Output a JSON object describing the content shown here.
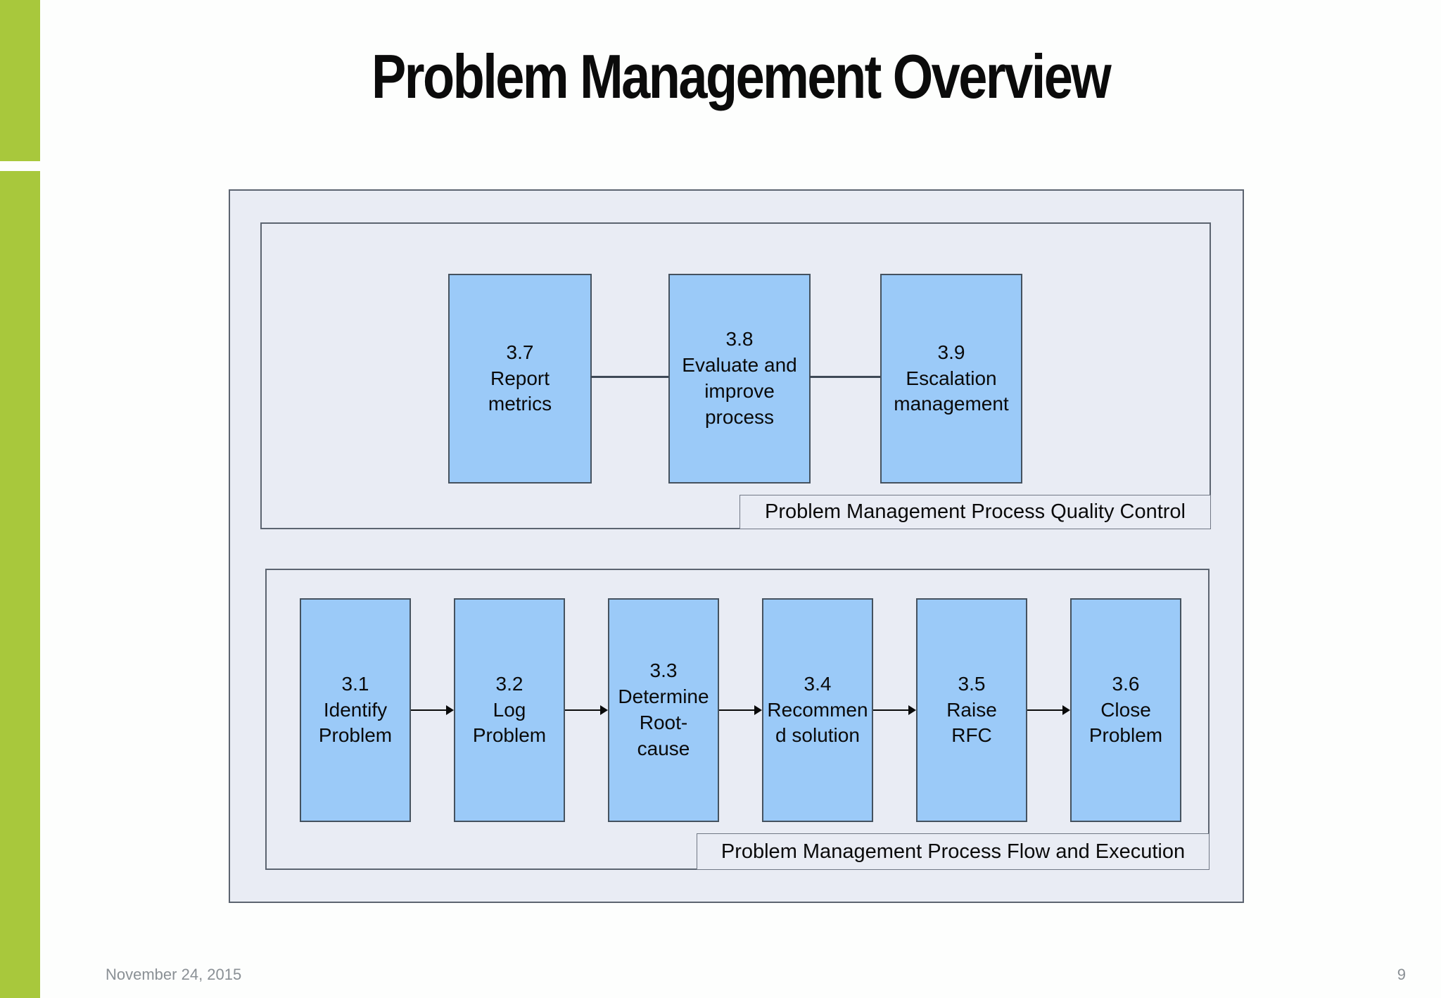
{
  "slide": {
    "title": "Problem Management Overview",
    "footer": {
      "date": "November 24, 2015",
      "page_number": "9"
    }
  },
  "colors": {
    "accent_green": "#a8c83c",
    "process_box_fill": "#9bcaf8",
    "process_box_border": "#45525f",
    "panel_fill": "#e9ecf4",
    "panel_border": "#5c6470",
    "footer_text": "#8a9095"
  },
  "diagram": {
    "quality_panel": {
      "label": "Problem Management Process Quality Control",
      "boxes": [
        {
          "id": "3.7",
          "label": "3.7\nReport\nmetrics"
        },
        {
          "id": "3.8",
          "label": "3.8\nEvaluate and\nimprove\nprocess"
        },
        {
          "id": "3.9",
          "label": "3.9\nEscalation\nmanagement"
        }
      ]
    },
    "flow_panel": {
      "label": "Problem Management Process Flow and Execution",
      "boxes": [
        {
          "id": "3.1",
          "label": "3.1\nIdentify\nProblem"
        },
        {
          "id": "3.2",
          "label": "3.2\nLog\nProblem"
        },
        {
          "id": "3.3",
          "label": "3.3\nDetermine\nRoot-\ncause"
        },
        {
          "id": "3.4",
          "label": "3.4\nRecommen\nd solution"
        },
        {
          "id": "3.5",
          "label": "3.5\nRaise\nRFC"
        },
        {
          "id": "3.6",
          "label": "3.6\nClose\nProblem"
        }
      ]
    }
  }
}
